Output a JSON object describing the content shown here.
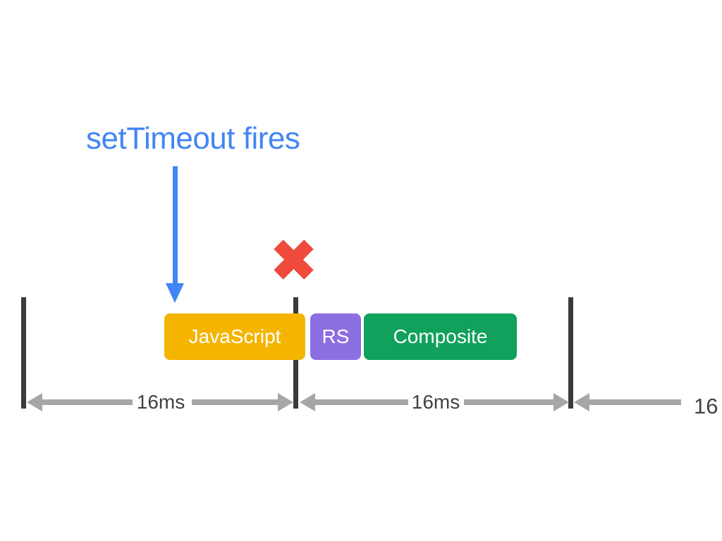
{
  "annotation": {
    "label": "setTimeout fires",
    "color": "#4285F4"
  },
  "event_arrow": {
    "color": "#4285F4"
  },
  "missed_frame_marker": {
    "symbol": "x",
    "color": "#EF4A3C"
  },
  "tasks": [
    {
      "label": "JavaScript",
      "color": "#F4B400"
    },
    {
      "label": "RS",
      "color": "#8C6FE0"
    },
    {
      "label": "Composite",
      "color": "#10A15C"
    }
  ],
  "timeline": {
    "bar_color": "#3A3B3D",
    "measure_color": "#A6A6A6",
    "label_color": "#3F4245",
    "segments": [
      {
        "label": "16ms"
      },
      {
        "label": "16ms"
      },
      {
        "label": "16"
      }
    ]
  }
}
